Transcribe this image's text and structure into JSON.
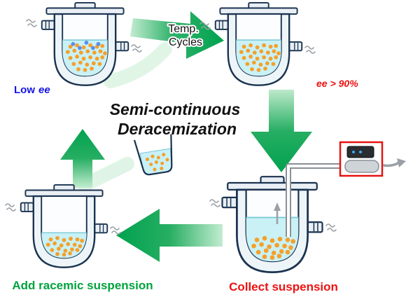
{
  "diagram": {
    "title": {
      "line1": "Semi-continuous",
      "line2": "Deracemization"
    },
    "process_arrows": {
      "temp_cycles_line1": "Temp.",
      "temp_cycles_line2": "Cycles"
    },
    "vessel_labels": {
      "low_ee_word": "Low",
      "low_ee_italic": "ee",
      "high_ee_italic": "ee",
      "high_ee_rest": "> 90%",
      "add_racemic": "Add racemic suspension",
      "collect": "Collect suspension"
    },
    "colors": {
      "arrow_green": "#00a651",
      "label_green": "#00a33e",
      "label_red": "#ee1111",
      "label_blue": "#1414e8",
      "title_black": "#111111",
      "crystal_orange": "#f5a028",
      "crystal_blue": "#5b8def",
      "liquid_cyan": "#c9f1f6",
      "pump_frame_red": "#e81212"
    }
  }
}
